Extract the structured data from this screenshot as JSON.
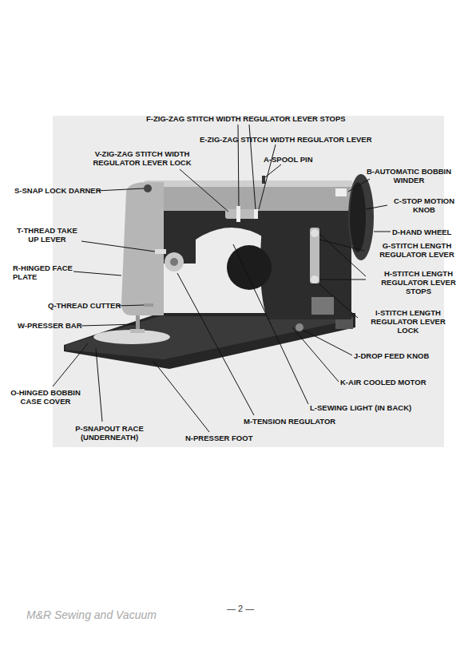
{
  "diagram": {
    "labels": [
      "F-ZIG-ZAG STITCH WIDTH REGULATOR LEVER STOPS",
      "E-ZIG-ZAG STITCH WIDTH REGULATOR LEVER",
      "V-ZIG-ZAG STITCH WIDTH REGULATOR LEVER LOCK",
      "A-SPOOL PIN",
      "B-AUTOMATIC BOBBIN WINDER",
      "S-SNAP LOCK DARNER",
      "C-STOP MOTION KNOB",
      "T-THREAD TAKE UP LEVER",
      "D-HAND WHEEL",
      "G-STITCH LENGTH REGULATOR LEVER",
      "R-HINGED FACE PLATE",
      "H-STITCH LENGTH REGULATOR LEVER STOPS",
      "Q-THREAD CUTTER",
      "I-STITCH LENGTH REGULATOR LEVER LOCK",
      "W-PRESSER BAR",
      "J-DROP FEED KNOB",
      "K-AIR COOLED MOTOR",
      "O-HINGED BOBBIN CASE COVER",
      "L-SEWING LIGHT (IN BACK)",
      "P-SNAPOUT RACE (UNDERNEATH)",
      "M-TENSION REGULATOR",
      "N-PRESSER FOOT",
      "— 2 —",
      "M&R Sewing and Vacuum"
    ]
  }
}
